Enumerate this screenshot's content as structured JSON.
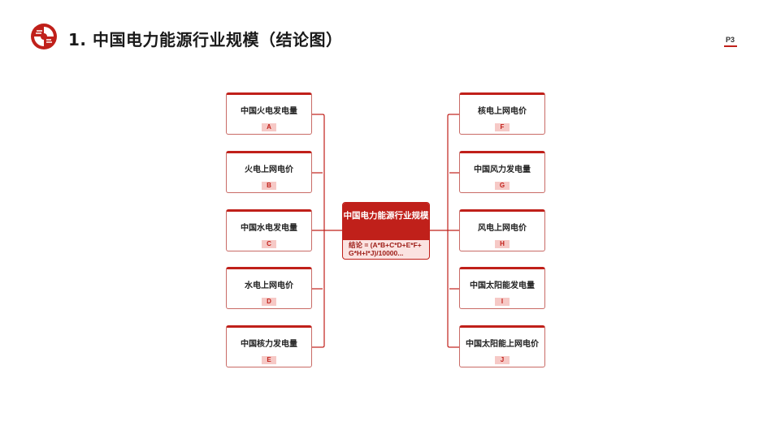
{
  "header": {
    "title": "1.  中国电力能源行业规模（结论图）",
    "page_number": "P3",
    "brand_color": "#c0201a"
  },
  "center_node": {
    "title": "中国电力能源行业规模",
    "formula": "结论 = (A*B+C*D+E*F+G*H+I*J)/10000..."
  },
  "left_nodes": [
    {
      "label": "中国火电发电量",
      "tag": "A"
    },
    {
      "label": "火电上网电价",
      "tag": "B"
    },
    {
      "label": "中国水电发电量",
      "tag": "C"
    },
    {
      "label": "水电上网电价",
      "tag": "D"
    },
    {
      "label": "中国核力发电量",
      "tag": "E"
    }
  ],
  "right_nodes": [
    {
      "label": "核电上网电价",
      "tag": "F"
    },
    {
      "label": "中国风力发电量",
      "tag": "G"
    },
    {
      "label": "风电上网电价",
      "tag": "H"
    },
    {
      "label": "中国太阳能发电量",
      "tag": "I"
    },
    {
      "label": "中国太阳能上网电价",
      "tag": "J"
    }
  ]
}
